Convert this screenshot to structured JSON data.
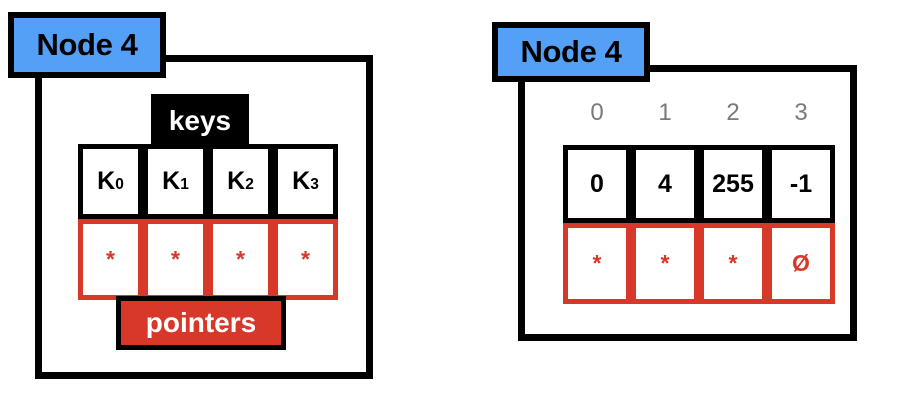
{
  "colors": {
    "badge_blue": "#54a0f7",
    "pointer_red": "#d8382a",
    "key_black": "#000000",
    "index_gray": "#7a7a7a",
    "background": "#ffffff"
  },
  "diagrams": [
    {
      "id": "schematic",
      "badge_label": "Node 4",
      "keys_tag_label": "keys",
      "pointers_tag_label": "pointers",
      "has_index_row": false,
      "index_labels": [],
      "keys": [
        "K",
        "K",
        "K",
        "K"
      ],
      "key_subscripts": [
        "0",
        "1",
        "2",
        "3"
      ],
      "pointers": [
        "*",
        "*",
        "*",
        "*"
      ]
    },
    {
      "id": "concrete",
      "badge_label": "Node 4",
      "keys_tag_label": "",
      "pointers_tag_label": "",
      "has_index_row": true,
      "index_labels": [
        "0",
        "1",
        "2",
        "3"
      ],
      "keys": [
        "0",
        "4",
        "255",
        "-1"
      ],
      "key_subscripts": [
        "",
        "",
        "",
        ""
      ],
      "pointers": [
        "*",
        "*",
        "*",
        "Ø"
      ]
    }
  ]
}
